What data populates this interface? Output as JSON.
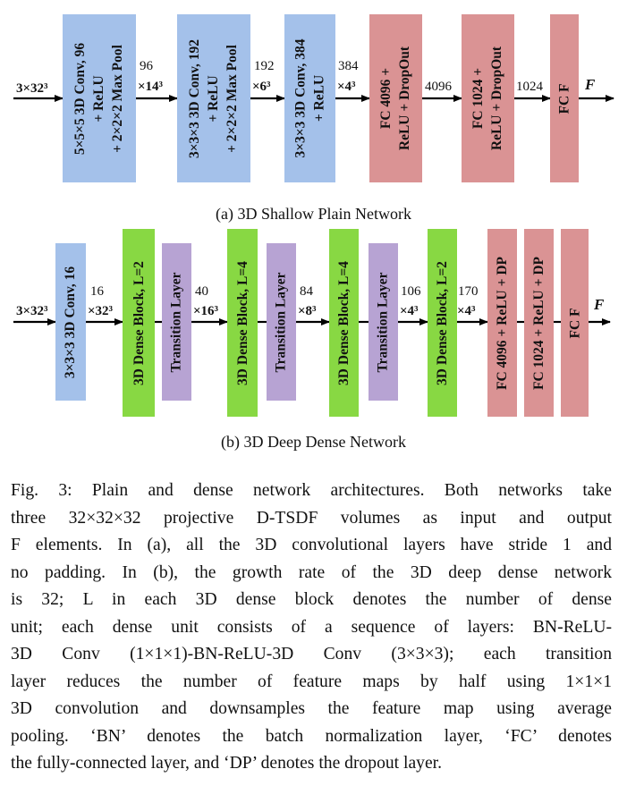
{
  "diagram_a": {
    "input_label": "3×32³",
    "blocks": [
      {
        "lines": [
          "5×5×5 3D Conv, 96",
          "+ ReLU",
          "+ 2×2×2 Max Pool"
        ]
      },
      {
        "lines": [
          "3×3×3 3D Conv, 192",
          "+ ReLU",
          "+ 2×2×2 Max Pool"
        ]
      },
      {
        "lines": [
          "3×3×3 3D Conv, 384",
          "+ ReLU"
        ]
      },
      {
        "lines": [
          "FC 4096 +",
          "ReLU + DropOut"
        ]
      },
      {
        "lines": [
          "FC 1024 +",
          "ReLU + DropOut"
        ]
      },
      {
        "lines": [
          "FC F"
        ]
      }
    ],
    "dims": [
      {
        "top": "96",
        "bottom": "×14³"
      },
      {
        "top": "192",
        "bottom": "×6³"
      },
      {
        "top": "384",
        "bottom": "×4³"
      },
      {
        "top": "4096",
        "bottom": ""
      },
      {
        "top": "1024",
        "bottom": ""
      }
    ],
    "output_label": "F",
    "caption": "(a) 3D Shallow Plain Network"
  },
  "diagram_b": {
    "input_label": "3×32³",
    "blocks": [
      {
        "lines": [
          "3×3×3 3D Conv, 16"
        ]
      },
      {
        "lines": [
          "3D Dense Block, L=2"
        ]
      },
      {
        "lines": [
          "Transition Layer"
        ]
      },
      {
        "lines": [
          "3D Dense Block, L=4"
        ]
      },
      {
        "lines": [
          "Transition Layer"
        ]
      },
      {
        "lines": [
          "3D Dense Block, L=4"
        ]
      },
      {
        "lines": [
          "Transition Layer"
        ]
      },
      {
        "lines": [
          "3D Dense Block, L=2"
        ]
      },
      {
        "lines": [
          "FC 4096 + ReLU + DP"
        ]
      },
      {
        "lines": [
          "FC 1024 + ReLU + DP"
        ]
      },
      {
        "lines": [
          "FC F"
        ]
      }
    ],
    "dims": [
      {
        "top": "16",
        "bottom": "×32³"
      },
      {
        "top": "40",
        "bottom": "×16³"
      },
      {
        "top": "84",
        "bottom": "×8³"
      },
      {
        "top": "106",
        "bottom": "×4³"
      },
      {
        "top": "170",
        "bottom": "×4³"
      }
    ],
    "output_label": "F",
    "caption": "(b) 3D Deep Dense Network"
  },
  "figure_caption": {
    "lines": [
      "Fig. 3: Plain and dense network architectures. Both networks take",
      "three 32×32×32 projective D-TSDF volumes as input and output",
      "F elements. In (a), all the 3D convolutional layers have stride 1 and",
      "no padding. In (b), the growth rate of the 3D deep dense network",
      "is 32; L in each 3D dense block denotes the number of dense",
      "unit; each dense unit consists of a sequence of layers: BN-ReLU-",
      "3D Conv (1×1×1)-BN-ReLU-3D Conv (3×3×3); each transition",
      "layer reduces the number of feature maps by half using 1×1×1",
      "3D convolution and downsamples the feature map using average",
      "pooling. ‘BN’ denotes the batch normalization layer, ‘FC’ denotes",
      "the fully-connected layer, and ‘DP’ denotes the dropout layer."
    ]
  }
}
